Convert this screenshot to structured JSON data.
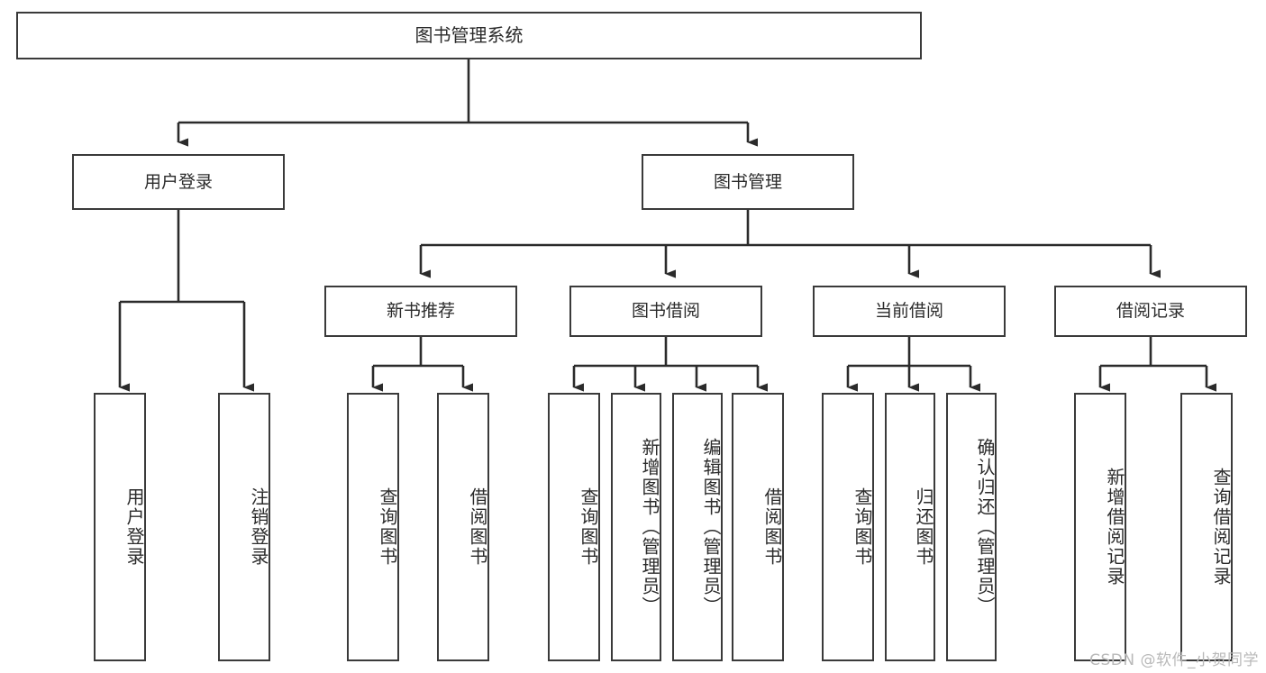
{
  "diagram": {
    "title": "图书管理系统",
    "type": "tree-hierarchy",
    "watermark": "CSDN @软件_小贺同学",
    "colors": {
      "background": "#ffffff",
      "box_border": "#3a3a3a",
      "box_fill": "#ffffff",
      "text": "#2b2b2b",
      "connector": "#2b2b2b",
      "watermark": "#b9b9b9"
    },
    "root": {
      "label": "图书管理系统"
    },
    "level2": [
      {
        "label": "用户登录"
      },
      {
        "label": "图书管理"
      }
    ],
    "level3": [
      {
        "label": "新书推荐"
      },
      {
        "label": "图书借阅"
      },
      {
        "label": "当前借阅"
      },
      {
        "label": "借阅记录"
      }
    ],
    "leaves": {
      "user_login": [
        {
          "label": "用户登录"
        },
        {
          "label": "注销登录"
        }
      ],
      "new_book_recommend": [
        {
          "label": "查询图书"
        },
        {
          "label": "借阅图书"
        }
      ],
      "book_borrow": [
        {
          "label": "查询图书"
        },
        {
          "label": "新增图书（管理员）"
        },
        {
          "label": "编辑图书（管理员）"
        },
        {
          "label": "借阅图书"
        }
      ],
      "current_borrow": [
        {
          "label": "查询图书"
        },
        {
          "label": "归还图书"
        },
        {
          "label": "确认归还（管理员）"
        }
      ],
      "borrow_records": [
        {
          "label": "新增借阅记录"
        },
        {
          "label": "查询借阅记录"
        }
      ]
    }
  }
}
